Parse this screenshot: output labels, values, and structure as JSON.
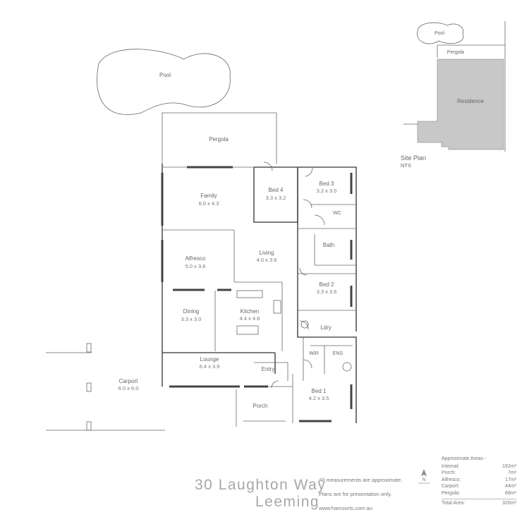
{
  "site_plan": {
    "pool_label": "Pool",
    "pergola_label": "Pergola",
    "residence_label": "Residence",
    "title": "Site Plan",
    "scale": "NTS"
  },
  "rooms": {
    "pool": {
      "name": "Pool"
    },
    "pergola": {
      "name": "Pergola"
    },
    "family": {
      "name": "Family",
      "dims": "6.0 x 4.3"
    },
    "alfresco": {
      "name": "Alfresco",
      "dims": "5.0 x 3.6"
    },
    "dining": {
      "name": "Dining",
      "dims": "3.3 x 3.0"
    },
    "kitchen": {
      "name": "Kitchen",
      "dims": "4.4 x 4.6"
    },
    "living": {
      "name": "Living",
      "dims": "4.0 x 3.6"
    },
    "bed4": {
      "name": "Bed 4",
      "dims": "3.3 x 3.2"
    },
    "bed3": {
      "name": "Bed 3",
      "dims": "3.2 x 3.0"
    },
    "bed2": {
      "name": "Bed 2",
      "dims": "3.3 x 3.6"
    },
    "bed1": {
      "name": "Bed 1",
      "dims": "4.2 x 3.5"
    },
    "bath": {
      "name": "Bath"
    },
    "wc": {
      "name": "WC"
    },
    "ldry": {
      "name": "Ldry"
    },
    "wir": {
      "name": "WIR"
    },
    "ens": {
      "name": "ENS"
    },
    "lounge": {
      "name": "Lounge",
      "dims": "6.4 x 3.9"
    },
    "entry": {
      "name": "Entry"
    },
    "porch": {
      "name": "Porch"
    },
    "carport": {
      "name": "Carport",
      "dims": "6.0 x 6.0"
    }
  },
  "footer": {
    "address_line1": "30 Laughton Way",
    "address_line2": "Leeming",
    "note1": "All measurements are approximate.",
    "note2": "Plans are for presentation only.",
    "note3": "www.harcourts.com.au"
  },
  "areas": {
    "heading": "Approximate Areas -",
    "rows": [
      {
        "label": "Internal:",
        "value": "192m²"
      },
      {
        "label": "Porch:",
        "value": "7m²"
      },
      {
        "label": "Alfresco:",
        "value": "17m²"
      },
      {
        "label": "Carport:",
        "value": "44m²"
      },
      {
        "label": "Pergola:",
        "value": "66m²"
      }
    ],
    "total_label": "Total Area:",
    "total_value": "326m²"
  },
  "colors": {
    "wall": "#555555",
    "residence_fill": "#c8c8c8",
    "footer_text": "#a8a8a8"
  }
}
